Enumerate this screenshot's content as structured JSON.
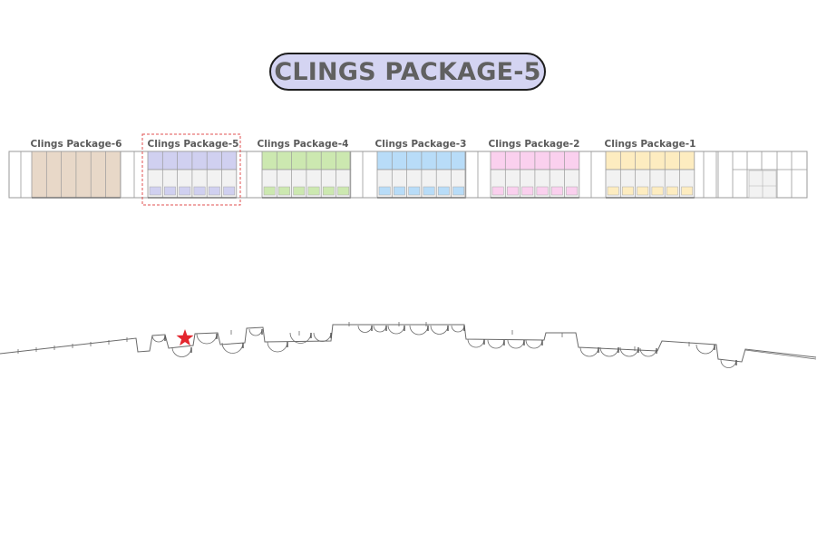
{
  "title": "CLINGS PACKAGE-5",
  "selected_package": "Clings Package-5",
  "colors": {
    "title_fill": "#d4d4f2",
    "selection_outline": "#e05050",
    "marker": "#e3262e",
    "outline": "#8a8a8a",
    "package_6": "#e8d8c8",
    "package_5": "#d0d0f0",
    "package_4": "#cce8b0",
    "package_3": "#b8dcf8",
    "package_2": "#fad0ee",
    "package_1": "#fdecc0"
  },
  "packages": [
    {
      "id": "p6",
      "label": "Clings Package-6",
      "color": "#e8d8c8",
      "selected": false
    },
    {
      "id": "p5",
      "label": "Clings Package-5",
      "color": "#d0d0f0",
      "selected": true
    },
    {
      "id": "p4",
      "label": "Clings Package-4",
      "color": "#cce8b0",
      "selected": false
    },
    {
      "id": "p3",
      "label": "Clings Package-3",
      "color": "#b8dcf8",
      "selected": false
    },
    {
      "id": "p2",
      "label": "Clings Package-2",
      "color": "#fad0ee",
      "selected": false
    },
    {
      "id": "p1",
      "label": "Clings Package-1",
      "color": "#fdecc0",
      "selected": false
    }
  ],
  "marker_icon": "star-icon"
}
